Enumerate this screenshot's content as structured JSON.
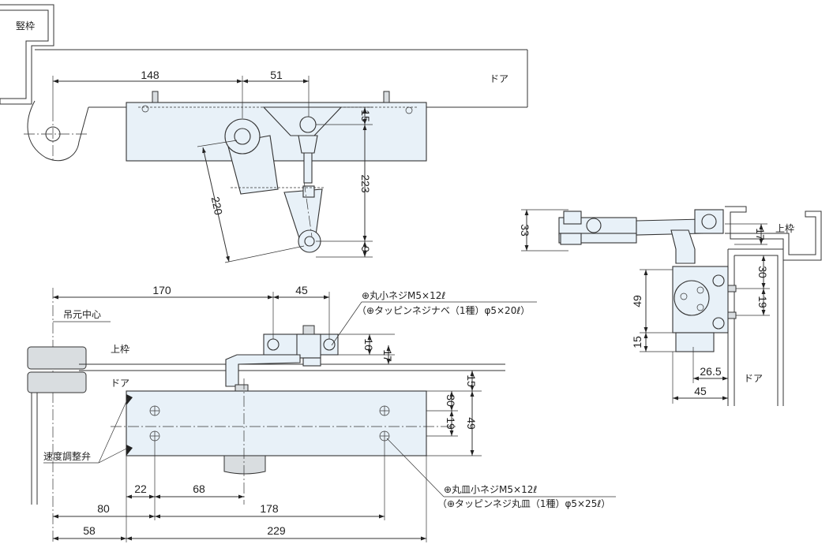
{
  "labels": {
    "frame_vertical": "竪枠",
    "door_top": "ドア",
    "frame_top_right": "上枠",
    "door_right": "ドア",
    "hinge_center": "吊元中心",
    "frame_top_bottom": "上枠",
    "door_bottom": "ドア",
    "speed_valve": "速度調整弁",
    "screw_top_1": "⊕丸小ネジM5×12ℓ",
    "screw_top_2": "（⊕タッピンネジナベ（1種）φ5×20ℓ）",
    "screw_bottom_1": "⊕丸皿小ネジM5×12ℓ",
    "screw_bottom_2": "（⊕タッピンネジ丸皿（1種）φ5×25ℓ）"
  },
  "dims_top": {
    "d148": "148",
    "d51": "51",
    "d15": "15",
    "d223": "223",
    "d220": "220",
    "d9": "9"
  },
  "dims_side": {
    "d33": "33",
    "d17": "17",
    "d30": "30",
    "d49": "49",
    "d19": "19",
    "d15": "15",
    "d26_5": "26.5",
    "d45": "45"
  },
  "dims_front": {
    "d170": "170",
    "d45": "45",
    "d16": "16",
    "d17": "17",
    "d15": "15",
    "d30": "30",
    "d19": "19",
    "d49": "49",
    "d22": "22",
    "d68": "68",
    "d80": "80",
    "d178": "178",
    "d58": "58",
    "d229": "229"
  }
}
